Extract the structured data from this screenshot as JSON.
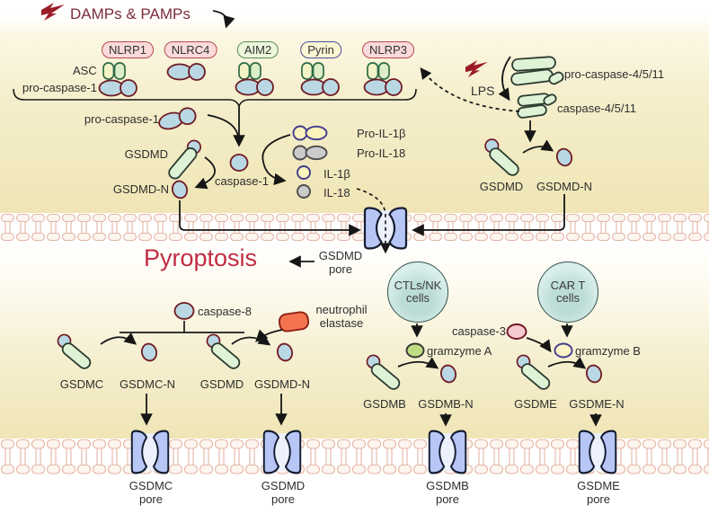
{
  "figure": {
    "title": "Pyroptosis"
  },
  "colors": {
    "accent_text": "#7d2c3c",
    "pyroptosis_text": "#c22c42",
    "lightning": "#9c1b28",
    "pore_fill": "#b7c6f5",
    "pore_stroke": "#141c30",
    "membrane_stroke": "#e3b5a5",
    "gsdm_rod_fill": "#def3d5",
    "fragment_fill": "#b9d8e3",
    "fragment_stroke": "#6f1a24",
    "asc_fill_a": "#f3f3c8",
    "asc_fill_b": "#dcedc8",
    "asc_stroke": "#2e6b45",
    "sensor_red": "#b74a52",
    "sensor_green": "#5d8b57",
    "sensor_purple": "#4d4d99",
    "il1b_fill": "#faf3bb",
    "il1b_stroke": "#413b8c",
    "il18_fill": "#cbcbcb",
    "elastase_fill": "#f3744f",
    "caspase3_fill": "#f6c9cf",
    "granzymeA_fill": "#bedc82",
    "granzymeB_fill": "#faf4c8",
    "cell_fill": "#daefec",
    "cytosol_yellow": "#f5eecb"
  },
  "top": {
    "stimulus_label": "DAMPs & PAMPs",
    "sensors": [
      {
        "label": "NLRP1",
        "variant": "red"
      },
      {
        "label": "NLRC4",
        "variant": "red"
      },
      {
        "label": "AIM2",
        "variant": "green"
      },
      {
        "label": "Pyrin",
        "variant": "purple"
      },
      {
        "label": "NLRP3",
        "variant": "red"
      }
    ],
    "asc_label": "ASC",
    "pro_caspase1_row_label": "pro-caspase-1",
    "pro_caspase1_label": "pro-caspase-1",
    "caspase1_label": "caspase-1",
    "gsdmd_label": "GSDMD",
    "gsdmd_n_label": "GSDMD-N",
    "pro_il1b_label": "Pro-IL-1β",
    "pro_il18_label": "Pro-IL-18",
    "il1b_label": "IL-1β",
    "il18_label": "IL-18",
    "lps_label": "LPS",
    "pro_caspase4511_label": "pro-caspase-4/5/11",
    "caspase4511_label": "caspase-4/5/11",
    "gsdmd_right_label": "GSDMD",
    "gsdmd_n_right_label": "GSDMD-N"
  },
  "membrane": {
    "pyroptosis_label": "Pyroptosis",
    "gsdmd_pore_line1": "GSDMD",
    "gsdmd_pore_line2": "pore"
  },
  "bottom": {
    "caspase8_label": "caspase-8",
    "elastase_line1": "neutrophil",
    "elastase_line2": "elastase",
    "gsdmc_label": "GSDMC",
    "gsdmc_n_label": "GSDMC-N",
    "gsdmd_label": "GSDMD",
    "gsdmd_n_label": "GSDMD-N",
    "ctl_line1": "CTLs/NK",
    "ctl_line2": "cells",
    "cart_line1": "CAR T",
    "cart_line2": "cells",
    "granzyme_a_label": "gramzyme A",
    "caspase3_label": "caspase-3",
    "granzyme_b_label": "gramzyme B",
    "gsdmb_label": "GSDMB",
    "gsdmb_n_label": "GSDMB-N",
    "gsdme_label": "GSDME",
    "gsdme_n_label": "GSDME-N",
    "pores": [
      {
        "line1": "GSDMC",
        "line2": "pore"
      },
      {
        "line1": "GSDMD",
        "line2": "pore"
      },
      {
        "line1": "GSDMB",
        "line2": "pore"
      },
      {
        "line1": "GSDME",
        "line2": "pore"
      }
    ]
  }
}
